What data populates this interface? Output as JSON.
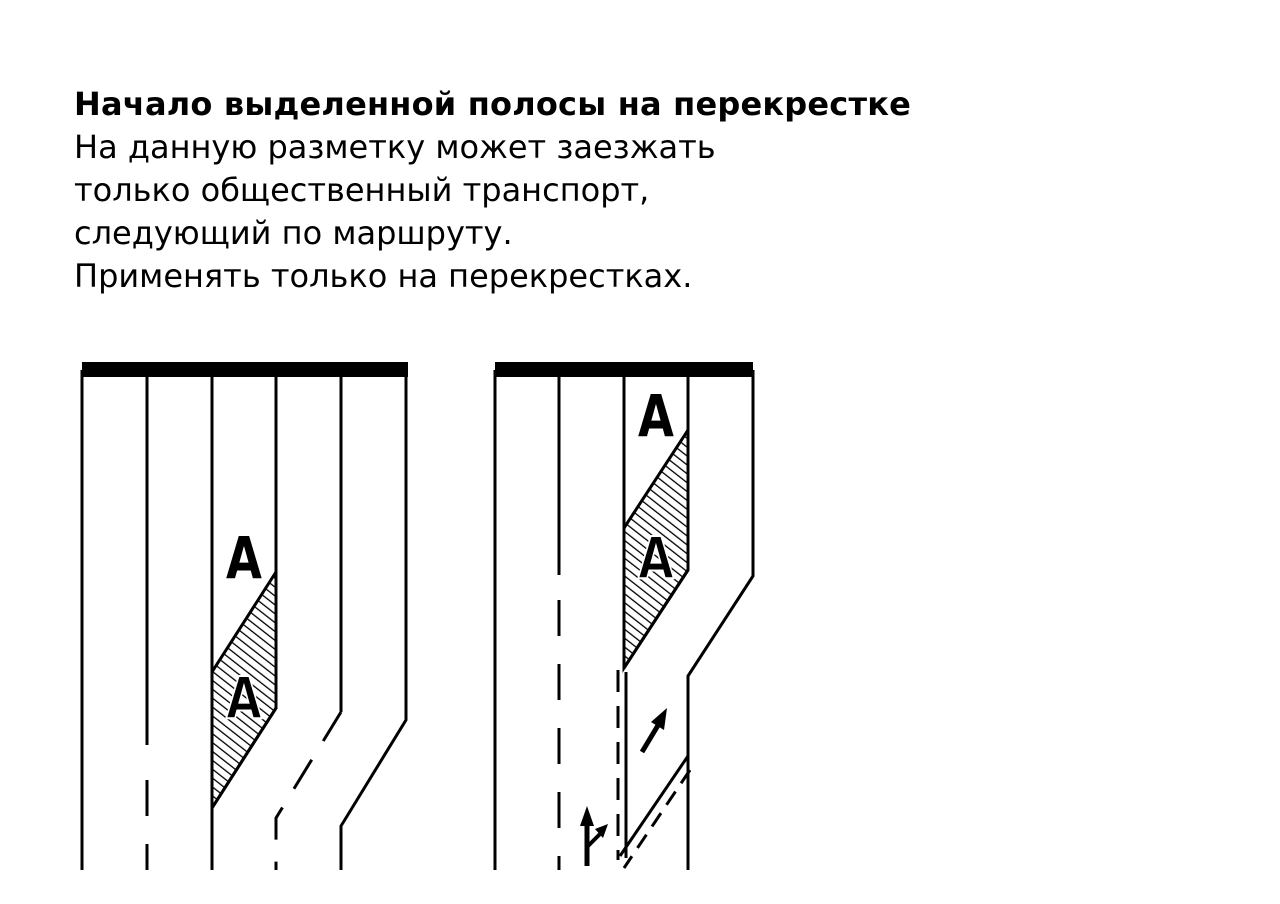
{
  "title": "Начало выделенной полосы на перекрестке",
  "description_lines": [
    "На данную разметку может заезжать",
    "только общественный транспорт,",
    "следующий по маршруту.",
    "Применять только на перекрестках."
  ],
  "lane_marking_letter": "А",
  "colors": {
    "background": "#ffffff",
    "ink": "#000000"
  },
  "icons": [
    "straight-arrow-icon",
    "straight-and-right-arrow-icon",
    "stop-line-icon",
    "hatched-area-icon"
  ]
}
